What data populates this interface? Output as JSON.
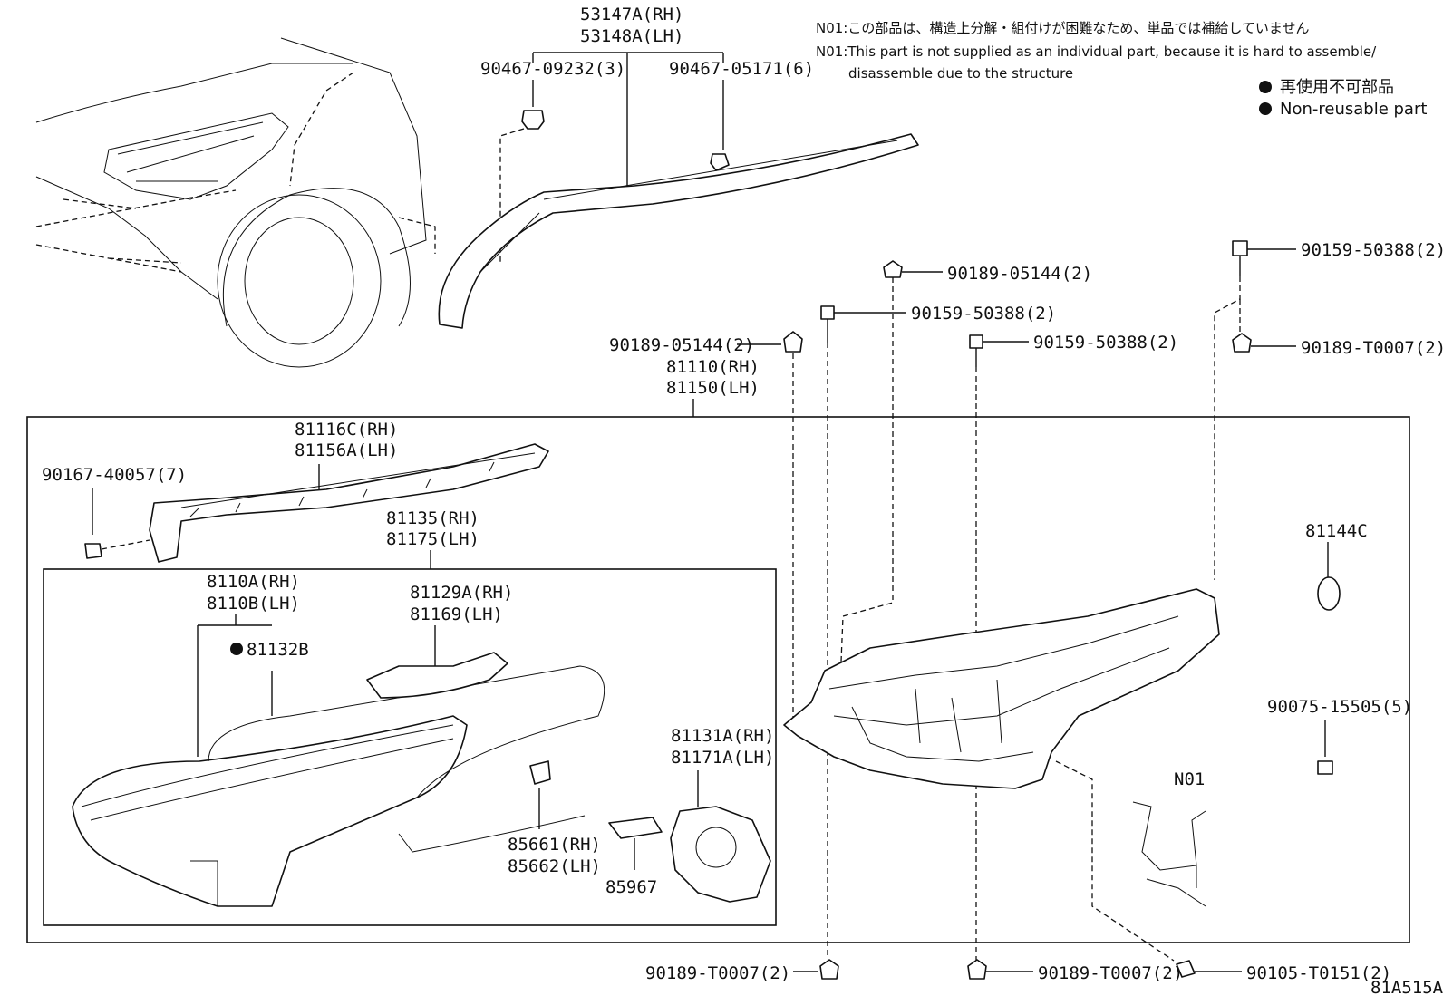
{
  "notes": {
    "n01_ja": "N01:この部品は、構造上分解・組付けが困難なため、単品では補給していません",
    "n01_en_1": "N01:This part is not supplied as an individual part, because it is hard to assemble/",
    "n01_en_2": "disassemble due to the structure",
    "legend_ja": "再使用不可部品",
    "legend_en": "Non-reusable part"
  },
  "labels": {
    "p53147": "53147A(RH)",
    "p53148": "53148A(LH)",
    "p90467a": "90467-09232(3)",
    "p90467b": "90467-05171(6)",
    "p90189_05144_top": "90189-05144(2)",
    "p90159_top": "90159-50388(2)",
    "p90159_mid": "90159-50388(2)",
    "p90159_right": "90159-50388(2)",
    "p90189_05144_left": "90189-05144(2)",
    "p90189_T0007_right": "90189-T0007(2)",
    "p81110": "81110(RH)",
    "p81150": "81150(LH)",
    "p81116": "81116C(RH)",
    "p81156": "81156A(LH)",
    "p90167": "90167-40057(7)",
    "p81135": "81135(RH)",
    "p81175": "81175(LH)",
    "p8110a": "8110A(RH)",
    "p8110b": "8110B(LH)",
    "p81132": "81132B",
    "p81129": "81129A(RH)",
    "p81169": "81169(LH)",
    "p81131": "81131A(RH)",
    "p81171": "81171A(LH)",
    "p85661": "85661(RH)",
    "p85662": "85662(LH)",
    "p85967": "85967",
    "p81144": "81144C",
    "p90075": "90075-15505(5)",
    "n01": "N01",
    "p90189_T0007_bl": "90189-T0007(2)",
    "p90189_T0007_bm": "90189-T0007(2)",
    "p90105": "90105-T0151(2)",
    "code": "81A515A"
  }
}
